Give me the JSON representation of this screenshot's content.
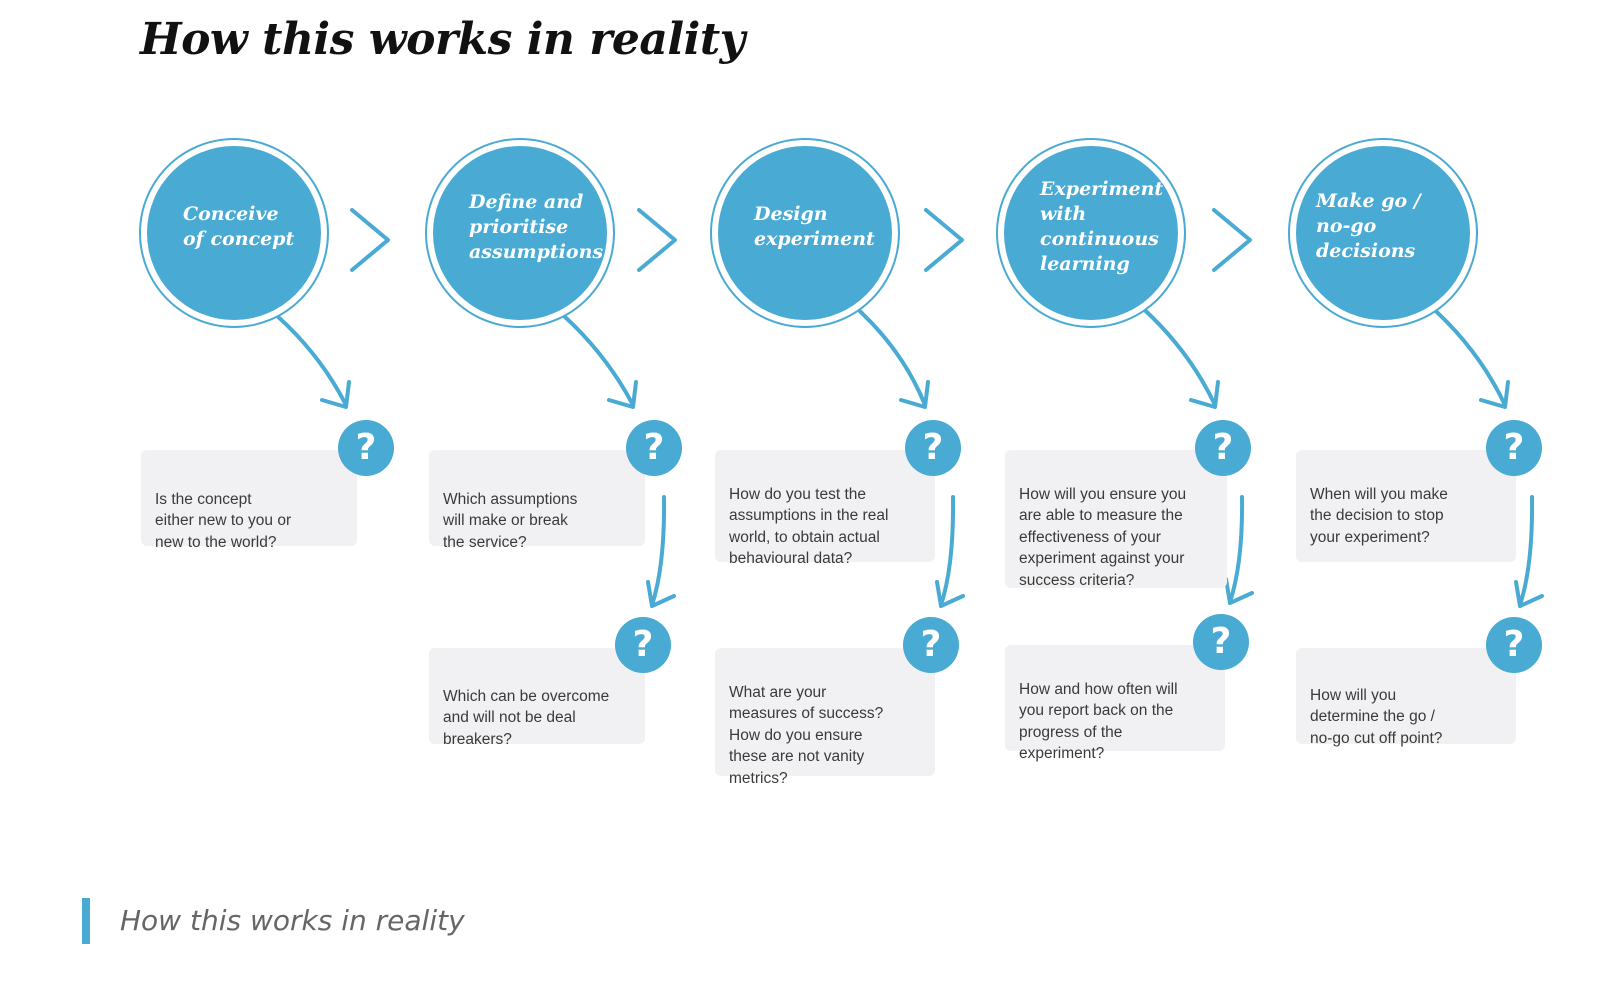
{
  "page": {
    "title": "How this works in reality",
    "caption": "How this works in reality"
  },
  "colors": {
    "accent": "#49aad3",
    "card_bg": "#f1f1f3",
    "card_text": "#3a3a3a",
    "caption_text": "#666666"
  },
  "stages": [
    {
      "label": "Conceive\nof concept",
      "questions": [
        "Is the concept\neither new to you or\nnew to the world?"
      ]
    },
    {
      "label": "Define and\nprioritise\nassumptions",
      "questions": [
        "Which assumptions\nwill make or break\nthe service?",
        "Which can be overcome\nand will not be deal\nbreakers?"
      ]
    },
    {
      "label": "Design\nexperiment",
      "questions": [
        "How do you test the\nassumptions in the real\nworld, to obtain actual\nbehavioural data?",
        "What are your\nmeasures of success?\nHow do you ensure\nthese are not vanity\nmetrics?"
      ]
    },
    {
      "label": "Experiment\nwith\ncontinuous\nlearning",
      "questions": [
        "How will you ensure you\nare able to measure the\neffectiveness of your\nexperiment against your\nsuccess criteria?",
        "How and how often will\nyou report back on the\nprogress of the\nexperiment?"
      ]
    },
    {
      "label": "Make go /\nno-go decisions",
      "questions": [
        "When will you make\nthe decision to stop\nyour experiment?",
        "How will you\ndetermine the go /\nno-go cut off point?"
      ]
    }
  ],
  "badge_glyph": "?",
  "icons": {
    "next_step": "chevron-right-icon",
    "flow_arrow": "curved-arrow-icon",
    "question": "question-mark-icon"
  }
}
